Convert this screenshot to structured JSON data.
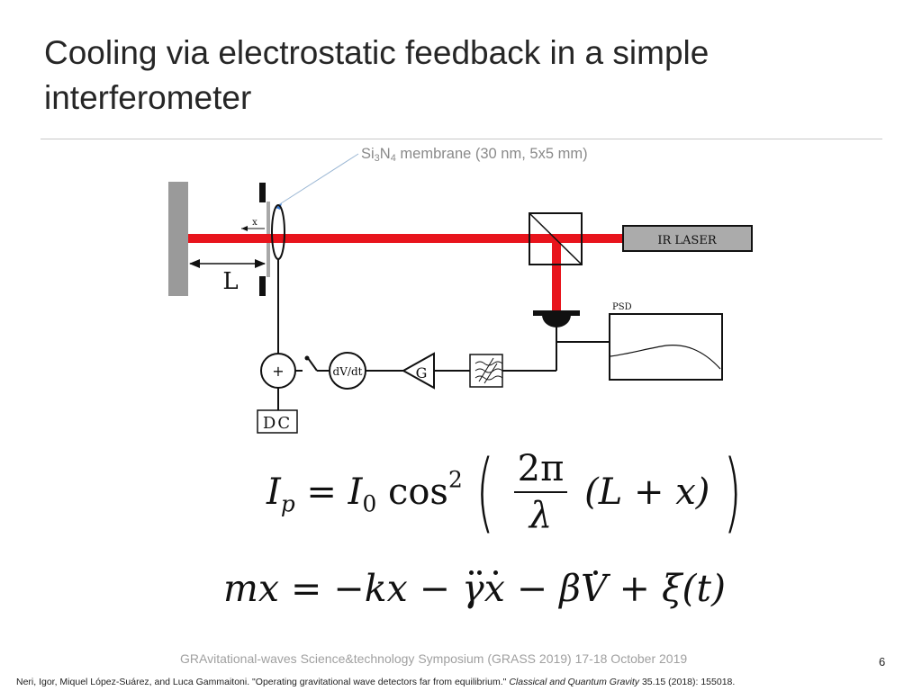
{
  "slide": {
    "title": "Cooling via electrostatic feedback in a simple interferometer",
    "membrane_note": {
      "pre": "Si",
      "sub1": "3",
      "mid": "N",
      "sub2": "4",
      "post": " membrane (30 nm,  5x5 mm)"
    },
    "footer": "GRAvitational-waves Science&technology Symposium (GRASS 2019) 17-18 October 2019",
    "page_number": "6",
    "citation": {
      "pre": "Neri, Igor, Miquel López-Suárez, and Luca Gammaitoni. \"Operating gravitational wave detectors far from equilibrium.\" ",
      "journal": "Classical and Quantum Gravity",
      "post": " 35.15 (2018): 155018."
    }
  },
  "diagram": {
    "labels": {
      "x": "x",
      "L": "L",
      "laser": "IR LASER",
      "psd": "PSD",
      "sum": "+",
      "derivative": "dV/dt",
      "gain": "G",
      "dc": "DC"
    },
    "colors": {
      "beam": "#e8141c",
      "mirror": "#9a9a9a",
      "membrane": "#a8a8a8",
      "pointer": "#9bb7d4",
      "pointer_tip": "#3a7bd5"
    }
  },
  "equations": {
    "eq1": {
      "lhs": "I",
      "lhs_sub": "p",
      "equals": " = ",
      "i0": "I",
      "i0_sub": "0",
      "func": " cos",
      "func_sup": "2",
      "num": "2π",
      "den": "λ",
      "arg": "(L + x)"
    },
    "eq2": {
      "m": "m",
      "x_ddot": "x",
      "rhs1": " = −kx − γ",
      "x_dot": "x",
      "rhs2": " − β",
      "v_dot": "V",
      "rhs3": " + ξ(t)"
    }
  }
}
